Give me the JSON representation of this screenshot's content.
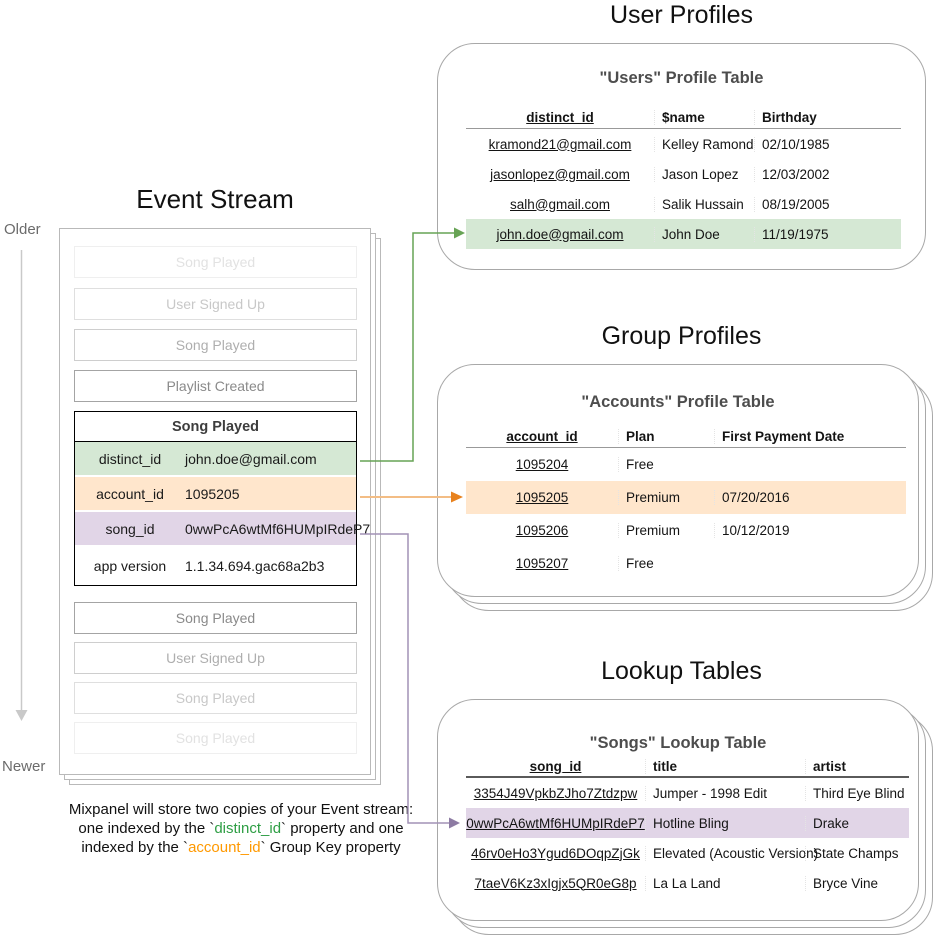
{
  "titles": {
    "event_stream": "Event Stream",
    "user_profiles": "User Profiles",
    "group_profiles": "Group Profiles",
    "lookup_tables": "Lookup Tables"
  },
  "timeline": {
    "older": "Older",
    "newer": "Newer"
  },
  "event_stream": {
    "events_before": [
      {
        "label": "Song Played"
      },
      {
        "label": "User Signed Up"
      },
      {
        "label": "Song Played"
      },
      {
        "label": "Playlist Created"
      }
    ],
    "detail": {
      "title": "Song Played",
      "properties": [
        {
          "key": "distinct_id",
          "value": "john.doe@gmail.com",
          "highlight": "green"
        },
        {
          "key": "account_id",
          "value": "1095205",
          "highlight": "orange"
        },
        {
          "key": "song_id",
          "value": "0wwPcA6wtMf6HUMpIRdeP7",
          "highlight": "purple"
        },
        {
          "key": "app version",
          "value": "1.1.34.694.gac68a2b3",
          "highlight": "none"
        }
      ]
    },
    "events_after": [
      {
        "label": "Song Played"
      },
      {
        "label": "User Signed Up"
      },
      {
        "label": "Song Played"
      },
      {
        "label": "Song Played"
      }
    ]
  },
  "users_table": {
    "title": "\"Users\" Profile Table",
    "columns": [
      "distinct_id",
      "$name",
      "Birthday"
    ],
    "rows": [
      [
        "kramond21@gmail.com",
        "Kelley Ramond",
        "02/10/1985"
      ],
      [
        "jasonlopez@gmail.com",
        "Jason Lopez",
        "12/03/2002"
      ],
      [
        "salh@gmail.com",
        "Salik Hussain",
        "08/19/2005"
      ],
      [
        "john.doe@gmail.com",
        "John Doe",
        "11/19/1975"
      ]
    ],
    "highlighted_row": 3
  },
  "accounts_table": {
    "title": "\"Accounts\" Profile Table",
    "columns": [
      "account_id",
      "Plan",
      "First Payment Date"
    ],
    "rows": [
      [
        "1095204",
        "Free",
        ""
      ],
      [
        "1095205",
        "Premium",
        "07/20/2016"
      ],
      [
        "1095206",
        "Premium",
        "10/12/2019"
      ],
      [
        "1095207",
        "Free",
        ""
      ]
    ],
    "highlighted_row": 1
  },
  "songs_table": {
    "title": "\"Songs\" Lookup Table",
    "columns": [
      "song_id",
      "title",
      "artist"
    ],
    "rows": [
      [
        "3354J49VpkbZJho7Ztdzpw",
        "Jumper - 1998 Edit",
        "Third Eye Blind"
      ],
      [
        "0wwPcA6wtMf6HUMpIRdeP7",
        "Hotline Bling",
        "Drake"
      ],
      [
        "46rv0eHo3Ygud6DOqpZjGk",
        "Elevated (Acoustic Version)",
        "State Champs"
      ],
      [
        "7taeV6Kz3xIgjx5QR0eG8p",
        "La La Land",
        "Bryce Vine"
      ]
    ],
    "highlighted_row": 1
  },
  "caption": {
    "line1": "Mixpanel will store two copies of your Event stream:",
    "line2_pre": "one indexed by the `",
    "line2_code": "distinct_id",
    "line2_post": "` property and one",
    "line3_pre": "indexed by the `",
    "line3_code": "account_id",
    "line3_post": "` Group Key property"
  },
  "colors": {
    "green_fill": "#d5e8d4",
    "orange_fill": "#ffe6cc",
    "purple_fill": "#e1d5e7",
    "green_arrow": "#67a355",
    "orange_arrow_line": "#f3bd85",
    "orange_arrow_head": "#e8821e",
    "purple_arrow": "#a292b5",
    "caption_green": "#2e9e44",
    "caption_orange": "#ff9900"
  }
}
